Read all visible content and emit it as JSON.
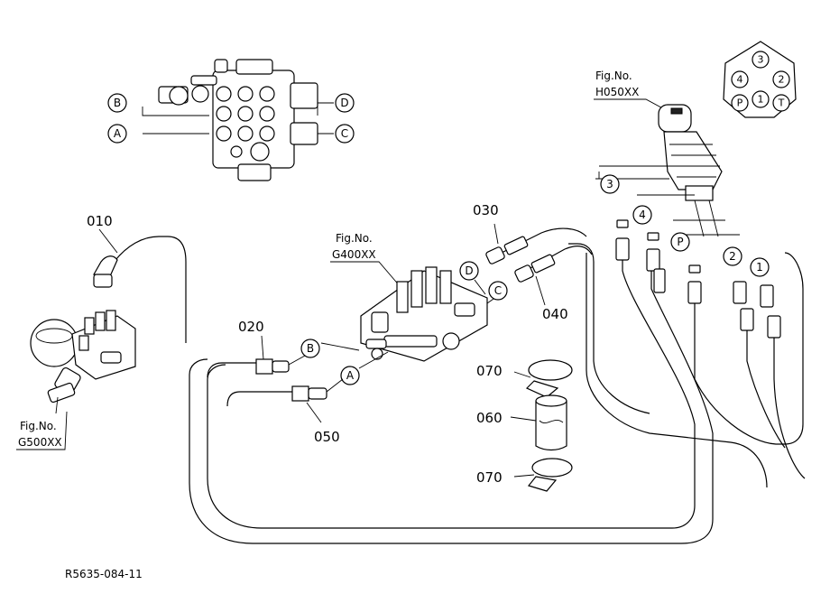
{
  "part_labels": {
    "p010": "010",
    "p020": "020",
    "p030": "030",
    "p040": "040",
    "p050": "050",
    "p060": "060",
    "p070a": "070",
    "p070b": "070"
  },
  "figure_refs": {
    "g500": {
      "line1": "Fig.No.",
      "line2": "G500XX"
    },
    "g400": {
      "line1": "Fig.No.",
      "line2": "G400XX"
    },
    "h050": {
      "line1": "Fig.No.",
      "line2": "H050XX"
    }
  },
  "port_letters": {
    "A": "A",
    "B": "B",
    "C": "C",
    "D": "D"
  },
  "hose_numbers": {
    "n1": "1",
    "n2": "2",
    "n3": "3",
    "n4": "4",
    "nP": "P"
  },
  "pattern_keys": {
    "k1": "1",
    "k2": "2",
    "k3": "3",
    "k4": "4",
    "kP": "P",
    "kT": "T"
  },
  "drawing_code": "R5635-084-11"
}
